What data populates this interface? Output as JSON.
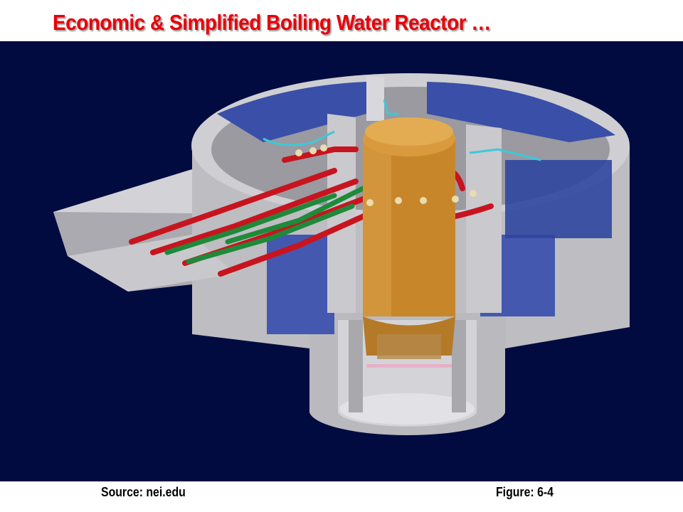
{
  "slide": {
    "title": "Economic & Simplified Boiling Water Reactor …",
    "source": "Source: nei.edu",
    "figure": "Figure: 6-4"
  },
  "colors": {
    "title": "#e8000a",
    "background_panel": "#020b40",
    "concrete": "#c4c4c8",
    "water": "#3a4fa8",
    "vessel": "#c8862a",
    "steam_pipe": "#c8141e",
    "feedwater_pipe": "#1e8a3a"
  }
}
